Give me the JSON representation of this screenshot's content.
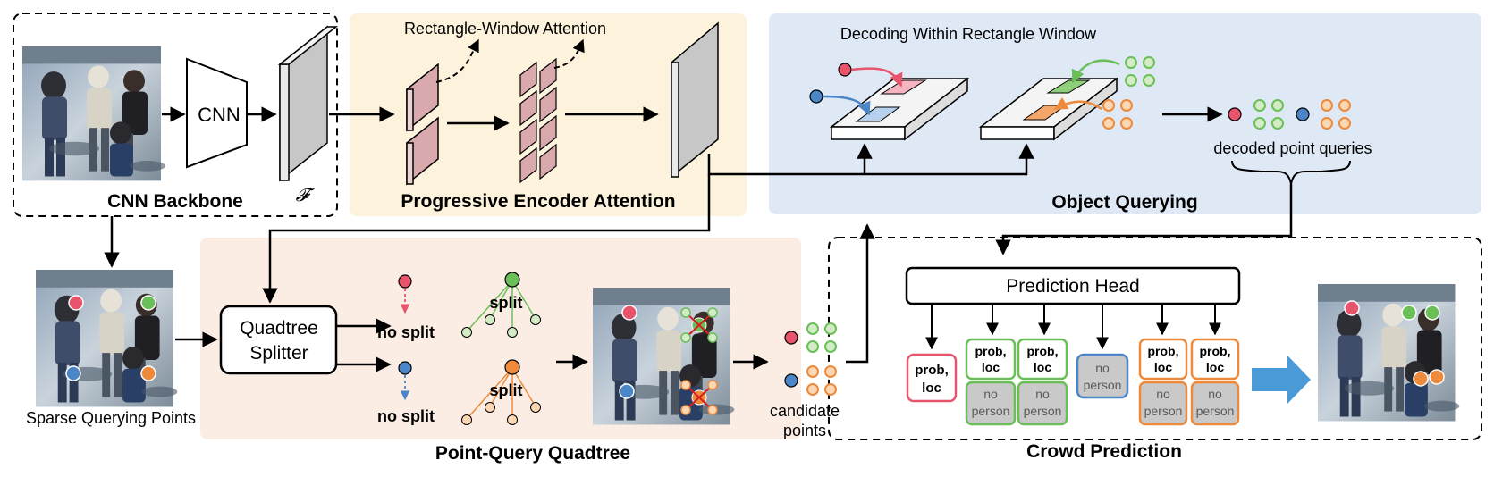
{
  "sections": {
    "cnn_backbone": "CNN Backbone",
    "progressive_encoder": "Progressive Encoder Attention",
    "object_querying": "Object Querying",
    "point_query_quadtree": "Point-Query Quadtree",
    "crowd_prediction": "Crowd Prediction"
  },
  "labels": {
    "cnn": "CNN",
    "feature_symbol": "𝓕",
    "rect_window_attention": "Rectangle-Window Attention",
    "decoding_within_window": "Decoding Within Rectangle Window",
    "decoded_point_queries": "decoded point queries",
    "sparse_querying_points": "Sparse Querying Points",
    "quadtree_splitter_line1": "Quadtree",
    "quadtree_splitter_line2": "Splitter",
    "no_split": "no split",
    "split": "split",
    "candidate_points_line1": "candidate",
    "candidate_points_line2": "points",
    "prediction_head": "Prediction Head",
    "prob_line1": "prob,",
    "prob_line2": "loc",
    "no_person_line1": "no",
    "no_person_line2": "person"
  },
  "colors": {
    "red": "#e8546b",
    "blue": "#4a86c8",
    "green": "#6bbf59",
    "orange": "#ee8a3c",
    "light_green": "#d4ecc6",
    "light_orange": "#fbd7b4",
    "encoder_bg": "#fdf3dc",
    "querying_bg": "#dfe9f5",
    "quadtree_bg": "#fbede3",
    "patch_fill": "#d9a9ad",
    "feature_gray": "#c7c7c7",
    "arrow_blue": "#4a9ad8"
  }
}
